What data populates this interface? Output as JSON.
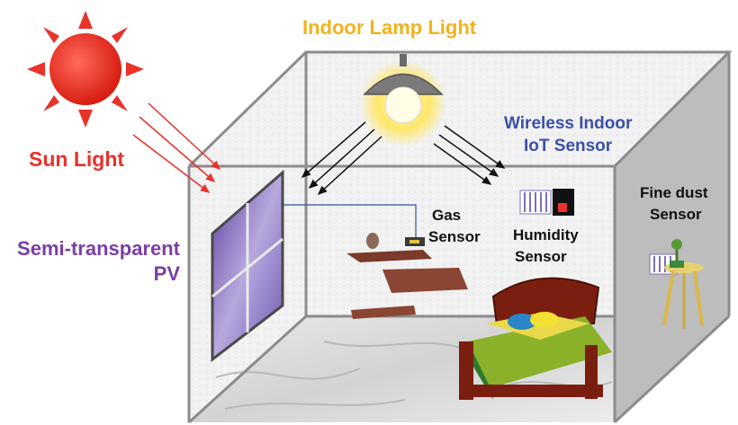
{
  "labels": {
    "indoor_lamp": "Indoor Lamp Light",
    "sun": "Sun Light",
    "pv_line1": "Semi-transparent",
    "pv_line2": "PV",
    "wireless_line1": "Wireless Indoor",
    "wireless_line2": "IoT Sensor",
    "gas_line1": "Gas",
    "gas_line2": "Sensor",
    "humidity_line1": "Humidity",
    "humidity_line2": "Sensor",
    "dust_line1": "Fine dust",
    "dust_line2": "Sensor"
  },
  "colors": {
    "sun": "#e8322a",
    "lamp_label": "#f2b21a",
    "pv_label": "#7a3ea8",
    "wireless_label": "#3a4fa8",
    "sensor_label": "#111111",
    "room_edge": "#8c8c8c",
    "window": "#6a4aa8"
  }
}
